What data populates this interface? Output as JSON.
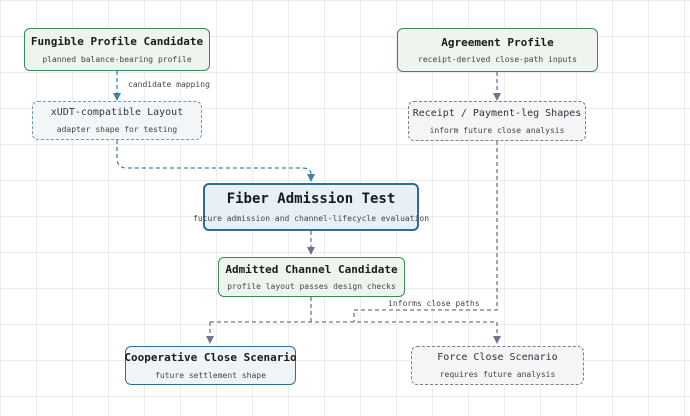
{
  "nodes": {
    "fungible": {
      "title": "Fungible Profile Candidate",
      "subtitle": "planned balance-bearing profile"
    },
    "agreement": {
      "title": "Agreement Profile",
      "subtitle": "receipt-derived close-path inputs"
    },
    "xudt": {
      "title": "xUDT-compatible Layout",
      "subtitle": "adapter shape for testing"
    },
    "receipt": {
      "title": "Receipt / Payment-leg Shapes",
      "subtitle": "inform future close analysis"
    },
    "fiber": {
      "title": "Fiber Admission Test",
      "subtitle": "future admission and channel-lifecycle evaluation"
    },
    "admitted": {
      "title": "Admitted Channel Candidate",
      "subtitle": "profile layout passes design checks"
    },
    "cooperative": {
      "title": "Cooperative Close Scenario",
      "subtitle": "future settlement shape"
    },
    "force": {
      "title": "Force Close Scenario",
      "subtitle": "requires future analysis"
    }
  },
  "edge_labels": {
    "candidate_mapping": "candidate mapping",
    "informs_close_paths": "informs close paths"
  },
  "colors": {
    "blue_edge": "#3f86a3",
    "gray_edge": "#6f7590",
    "green_border": "#3a8a55",
    "central_border": "#2f6d92"
  }
}
